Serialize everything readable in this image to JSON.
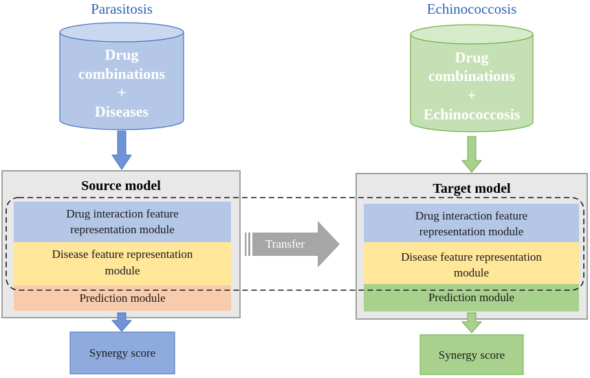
{
  "left": {
    "title": "Parasitosis",
    "database": {
      "line1": "Drug",
      "line2": "combinations",
      "line3": "+",
      "line4": "Diseases"
    },
    "model_title": "Source model",
    "drug_module": {
      "line1": "Drug interaction feature",
      "line2": "representation module"
    },
    "disease_module": {
      "line1": "Disease feature representation",
      "line2": "module"
    },
    "prediction_module": "Prediction module",
    "output": "Synergy score"
  },
  "right": {
    "title": "Echinococcosis",
    "database": {
      "line1": "Drug",
      "line2": "combinations",
      "line3": "+",
      "line4": "Echinococcosis"
    },
    "model_title": "Target model",
    "drug_module": {
      "line1": "Drug interaction feature",
      "line2": "representation module"
    },
    "disease_module": {
      "line1": "Disease feature representation",
      "line2": "module"
    },
    "prediction_module": "Prediction module",
    "output": "Synergy score"
  },
  "transfer_label": "Transfer",
  "colors": {
    "blue_fill": "#b4c7e7",
    "blue_stroke": "#4472c4",
    "blue_arrow": "#6f93d4",
    "green_fill": "#c5e0b4",
    "green_stroke": "#70ad47",
    "green_arrow": "#a9d18e",
    "model_bg": "#e8e8e8",
    "model_stroke": "#a0a0a0",
    "drug_module": "#b4c7e7",
    "disease_module": "#ffe699",
    "prediction_left": "#f8cbad",
    "prediction_right": "#a9d18e",
    "output_left": "#8faadc",
    "output_right": "#a9d18e",
    "title_text": "#2e63b8",
    "transfer_arrow": "#a6a6a6"
  }
}
